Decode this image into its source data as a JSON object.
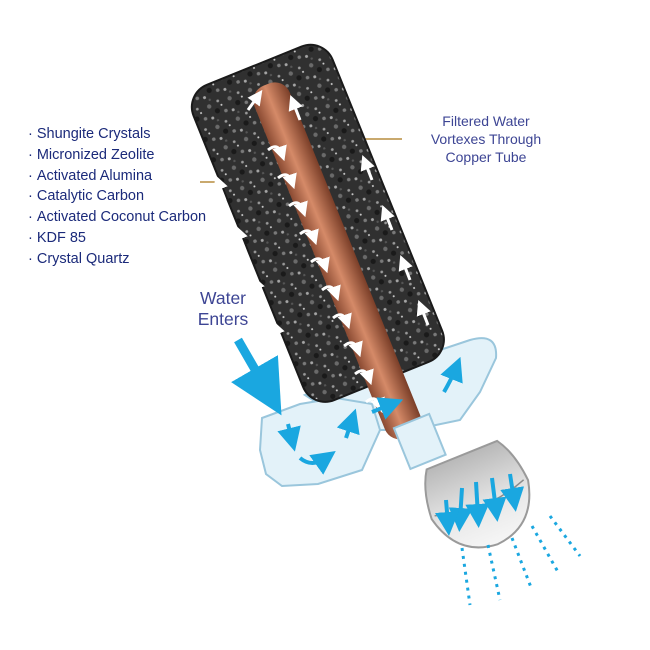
{
  "media_list": {
    "bullet": "·",
    "items": [
      "Shungite Crystals",
      "Micronized Zeolite",
      "Activated Alumina",
      "Catalytic Carbon",
      "Activated Coconut Carbon",
      "KDF 85",
      "Crystal Quartz"
    ]
  },
  "copper_callout": {
    "lines": [
      "Filtered Water",
      "Vortexes Through",
      "Copper Tube"
    ]
  },
  "water_callout": {
    "lines": [
      "Water",
      "Enters"
    ]
  },
  "colors": {
    "text_dark_blue": "#1b2a7a",
    "text_blue": "#3d4594",
    "flow_arrow": "#1aa7e0",
    "leader_line": "#c9a96e",
    "copper": "#b8694a",
    "filter_media": "#3a3a3a",
    "housing": "#e2f1f8"
  },
  "icons": [
    "flow-arrow-icon",
    "swirl-arrow-icon",
    "up-arrow-icon",
    "spray-drop-icon"
  ]
}
